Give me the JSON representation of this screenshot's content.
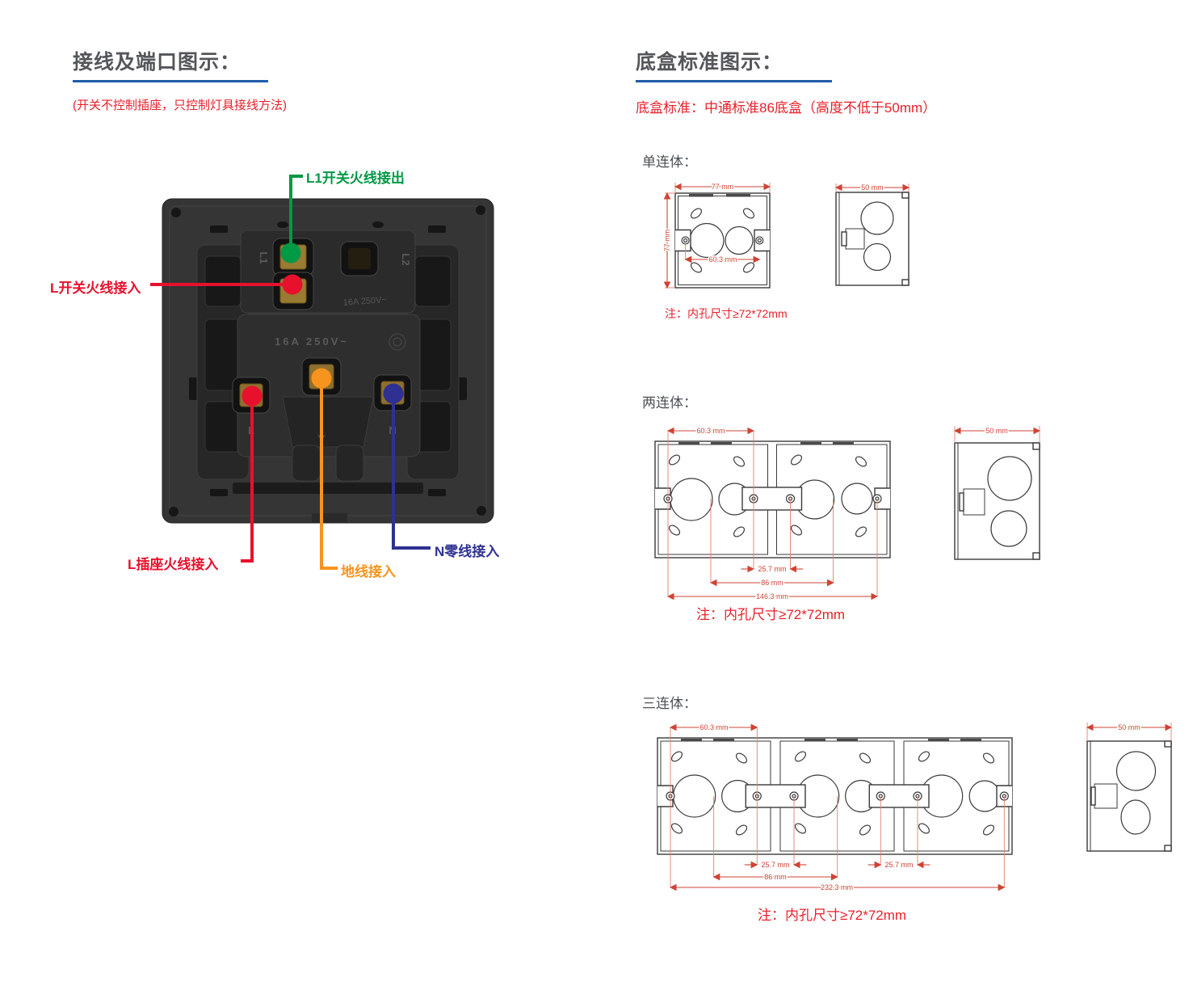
{
  "colors": {
    "heading_text": "#54565a",
    "heading_underline": "#1d5ca8",
    "red_text": "#e8212b",
    "annotation_green": "#009945",
    "annotation_red": "#e8112d",
    "annotation_orange": "#f7941d",
    "annotation_navy": "#2e3192",
    "dimension_red": "#cf4335"
  },
  "left_panel": {
    "title": "接线及端口图示：",
    "subtitle": "(开关不控制插座，只控制灯具接线方法)",
    "photo": {
      "rating_top": "16A 250V~",
      "rating_mid": "16A  250V~",
      "terminals": {
        "l1": "L1",
        "l2": "L2",
        "l": "L",
        "n": "N",
        "earth": "⏚"
      }
    },
    "annotations": {
      "l1_out": "L1开关火线接出",
      "l_switch_in": "L开关火线接入",
      "l_socket_in": "L插座火线接入",
      "earth_in": "地线接入",
      "n_in": "N零线接入"
    }
  },
  "right_panel": {
    "title": "底盒标准图示：",
    "standard_note": "底盒标准：中通标准86底盒（高度不低于50mm）",
    "sections": {
      "single": {
        "label": "单连体：",
        "note": "注：内孔尺寸≥72*72mm",
        "dims": {
          "width": "77 mm",
          "height": "77 mm",
          "hole_spacing": "60.3 mm",
          "depth": "50 mm"
        }
      },
      "double": {
        "label": "两连体：",
        "note": "注：内孔尺寸≥72*72mm",
        "dims": {
          "hole_spacing": "60.3 mm",
          "gap": "25.7 mm",
          "center_spacing": "86 mm",
          "total": "146.3 mm",
          "depth": "50 mm"
        }
      },
      "triple": {
        "label": "三连体：",
        "note": "注：内孔尺寸≥72*72mm",
        "dims": {
          "hole_spacing": "60.3 mm",
          "gap1": "25.7 mm",
          "gap2": "25.7 mm",
          "center_spacing": "86 mm",
          "total": "232.3 mm",
          "depth": "50 mm"
        }
      }
    }
  }
}
